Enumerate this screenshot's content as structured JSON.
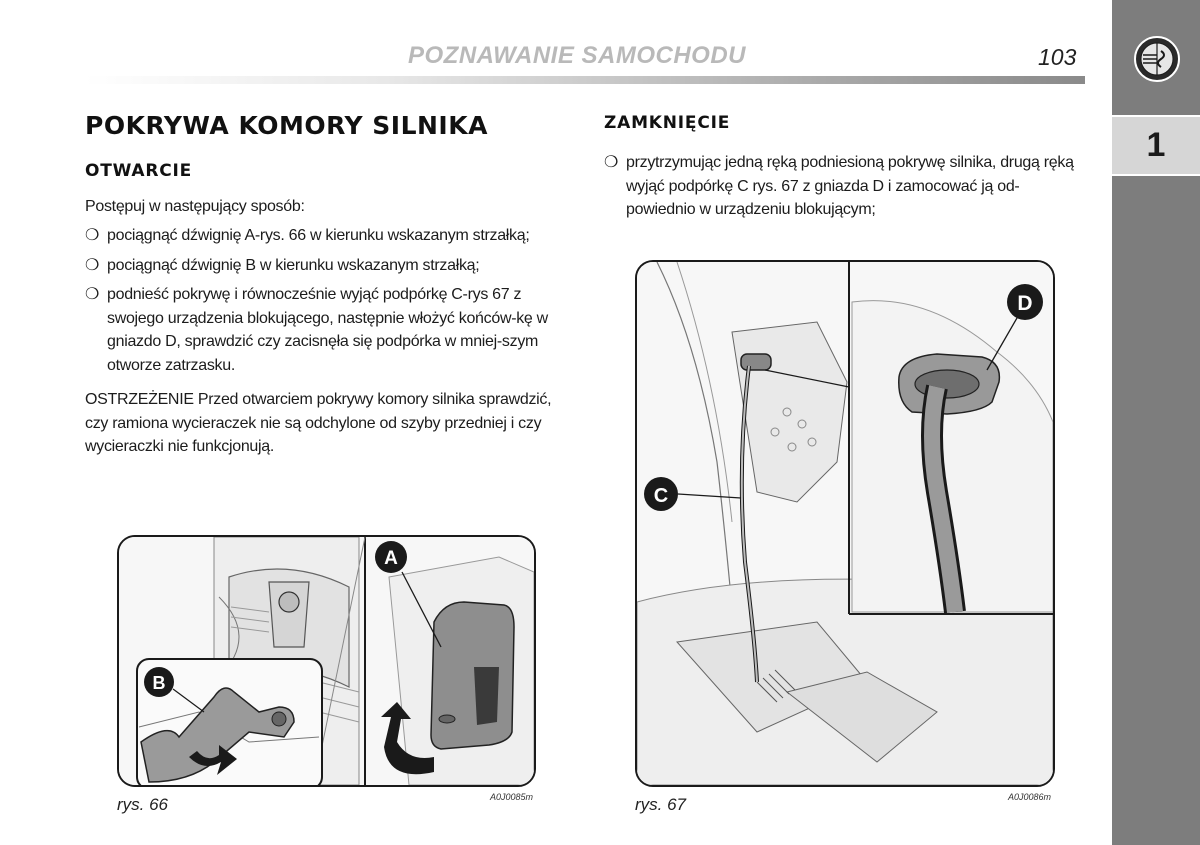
{
  "header": {
    "title": "POZNAWANIE SAMOCHODU",
    "page_number": "103"
  },
  "sidebar": {
    "chapter": "1",
    "logo_icon": "alfa-romeo-badge-icon"
  },
  "left": {
    "title": "POKRYWA KOMORY SILNIKA",
    "subtitle": "OTWARCIE",
    "intro": "Postępuj w następujący sposób:",
    "bullets": [
      "pociągnąć dźwignię A-rys. 66 w kierunku wskazanym strzałką;",
      "pociągnąć dźwignię B w kierunku wskazanym strzałką;",
      "podnieść pokrywę i równocześnie wyjąć podpórkę C-rys 67 z swojego urządzenia blokującego, następnie włożyć końców-kę w gniazdo D, sprawdzić czy zacisnęła się podpórka w mniej-szym otworze zatrzasku."
    ],
    "warning": "OSTRZEŻENIE Przed otwarciem pokrywy komory silnika sprawdzić, czy ramiona wycieraczek nie są odchylone od szyby przedniej i czy wycieraczki nie funkcjonują."
  },
  "right": {
    "subtitle": "ZAMKNIĘCIE",
    "bullets": [
      "przytrzymując jedną ręką podniesioną pokrywę silnika, drugą ręką wyjąć podpórkę C rys. 67 z gniazda D i zamocować ją od-powiednio w urządzeniu blokującym;"
    ]
  },
  "bullet_symbol": "❍",
  "figures": [
    {
      "caption": "rys. 66",
      "code": "A0J0085m",
      "callouts": [
        "A",
        "B"
      ]
    },
    {
      "caption": "rys. 67",
      "code": "A0J0086m",
      "callouts": [
        "C",
        "D"
      ]
    }
  ]
}
